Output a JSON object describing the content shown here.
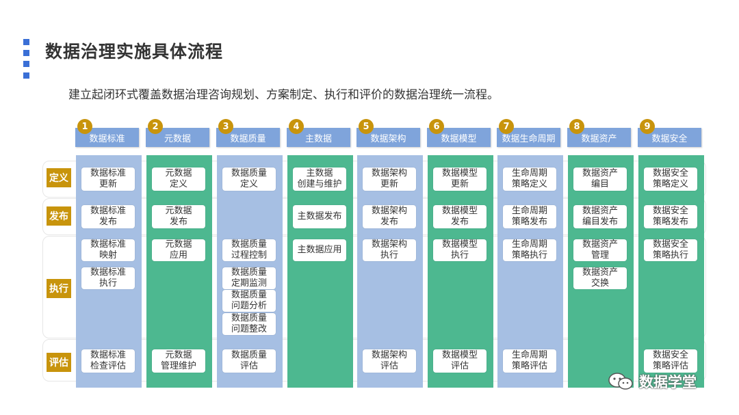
{
  "title": "数据治理实施具体流程",
  "subtitle": "建立起闭环式覆盖数据治理咨询规划、方案制定、执行和评价的数据治理统一流程。",
  "row_labels": [
    "定义",
    "发布",
    "执行",
    "评估"
  ],
  "columns": [
    {
      "num": "1",
      "header": "数据标准",
      "color": "blue",
      "define": "数据标准\n更新",
      "publish": "数据标准\n发布",
      "execute": [
        "数据标准\n映射",
        "数据标准\n执行"
      ],
      "evaluate": "数据标准\n检查评估"
    },
    {
      "num": "2",
      "header": "元数据",
      "color": "green",
      "define": "元数据\n定义",
      "publish": "元数据\n发布",
      "execute": [
        "元数据\n应用"
      ],
      "evaluate": "元数据\n管理维护"
    },
    {
      "num": "3",
      "header": "数据质量",
      "color": "blue",
      "define": "数据质量\n定义",
      "publish": "",
      "execute": [
        "数据质量\n过程控制",
        "数据质量\n定期监测",
        "数据质量\n问题分析",
        "数据质量\n问题整改"
      ],
      "evaluate": "数据质量\n评估"
    },
    {
      "num": "4",
      "header": "主数据",
      "color": "green",
      "define": "主数据\n创建与维护",
      "publish": "主数据发布",
      "execute": [
        "主数据应用"
      ],
      "evaluate": ""
    },
    {
      "num": "5",
      "header": "数据架构",
      "color": "blue",
      "define": "数据架构\n更新",
      "publish": "数据架构\n发布",
      "execute": [
        "数据架构\n执行"
      ],
      "evaluate": "数据架构\n评估"
    },
    {
      "num": "6",
      "header": "数据模型",
      "color": "green",
      "define": "数据模型\n更新",
      "publish": "数据模型\n发布",
      "execute": [
        "数据模型\n执行"
      ],
      "evaluate": "数据模型\n评估"
    },
    {
      "num": "7",
      "header": "数据生命周期",
      "color": "blue",
      "define": "生命周期\n策略定义",
      "publish": "生命周期\n策略发布",
      "execute": [
        "生命周期\n策略执行"
      ],
      "evaluate": "生命周期\n策略评估"
    },
    {
      "num": "8",
      "header": "数据资产",
      "color": "green",
      "define": "数据资产\n编目",
      "publish": "数据资产\n编目发布",
      "execute": [
        "数据资产\n管理",
        "数据资产\n交换"
      ],
      "evaluate": ""
    },
    {
      "num": "9",
      "header": "数据安全",
      "color": "green",
      "define": "数据安全\n策略定义",
      "publish": "数据安全\n策略发布",
      "execute": [
        "数据安全\n策略执行"
      ],
      "evaluate": "数据安全\n策略评估"
    }
  ],
  "watermark": "数据学堂",
  "watermark_icon": "wechat-icon",
  "colors": {
    "accent_blue": "#3a6fd6",
    "header_blue": "#7fa4db",
    "column_blue": "#a6bfe3",
    "column_green": "#4db890",
    "badge_gold": "#c8940c"
  }
}
